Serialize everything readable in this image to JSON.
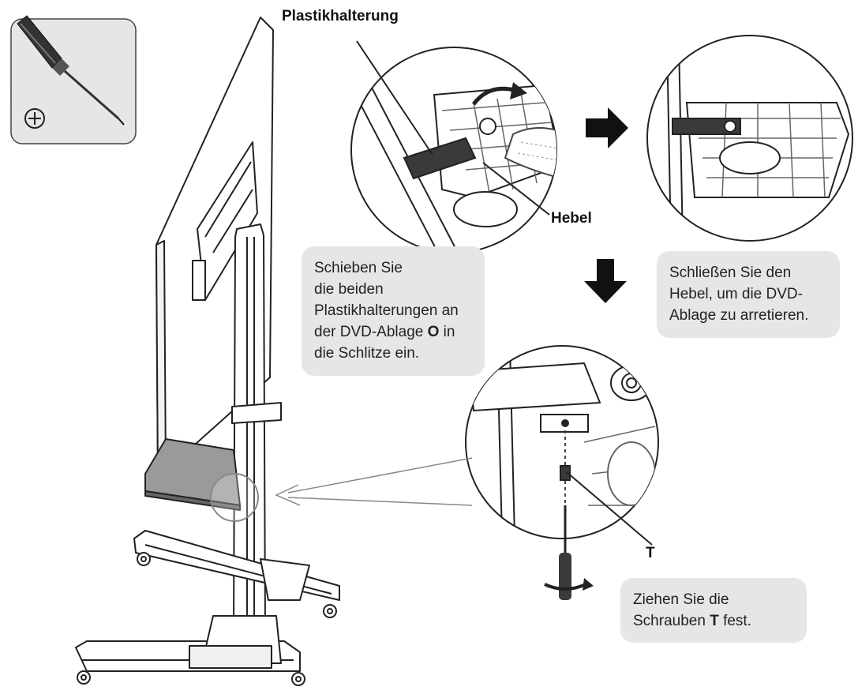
{
  "labels": {
    "bracket": "Plastikhalterung",
    "lever": "Hebel",
    "screw": "T"
  },
  "callouts": {
    "slide": {
      "l1": "Schieben Sie",
      "l2": "die beiden",
      "l3": "Plastikhalterungen an",
      "l4a": "der DVD-Ablage ",
      "l4b": "O",
      "l4c": " in",
      "l5": "die Schlitze ein."
    },
    "lock": {
      "l1": "Schließen Sie den",
      "l2": "Hebel, um die DVD-",
      "l3": "Ablage zu arretieren."
    },
    "tighten": {
      "l1": "Ziehen Sie die",
      "l2a": "Schrauben ",
      "l2b": "T",
      "l2c": " fest."
    }
  },
  "icons": {
    "tool": "screwdriver-icon",
    "phillips": "phillips-head-icon",
    "step_right": "arrow-right-icon",
    "step_down": "arrow-down-icon"
  },
  "colors": {
    "line": "#222222",
    "panel": "#e6e6e6",
    "shelf": "#9a9a9a"
  }
}
